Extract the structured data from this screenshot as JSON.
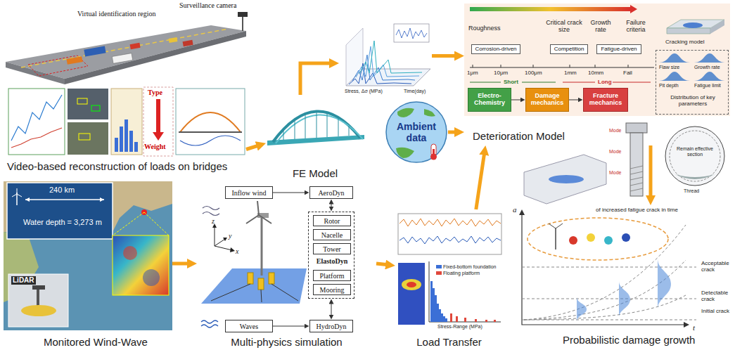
{
  "diagram": {
    "nodes": [
      {
        "text": [
          "Video-based reconstruction of loads on bridges"
        ]
      },
      {
        "text": [
          "FE Model"
        ]
      },
      {
        "text": [
          "Stress, Δσ (MPa)",
          "Time(day)"
        ]
      },
      {
        "text": [
          "Ambient data"
        ]
      },
      {
        "text": [
          "Deterioration Model"
        ]
      },
      {
        "text": [
          "Corrosion-driven"
        ],
        "in": 4
      },
      {
        "text": [
          "Competition"
        ],
        "in": 4
      },
      {
        "text": [
          "Fatigue-driven"
        ],
        "in": 4
      },
      {
        "text": [
          "Electro-Chemistry"
        ],
        "in": 4
      },
      {
        "text": [
          "Damage mechanics"
        ],
        "in": 4
      },
      {
        "text": [
          "Fracture mechanics"
        ],
        "in": 4
      },
      {
        "text": [
          "Distribution of key parameters"
        ],
        "in": 4
      },
      {
        "text": [
          "Monitored Wind-Wave"
        ]
      },
      {
        "text": [
          "Multi-physics simulation"
        ]
      },
      {
        "text": [
          "Inflow wind"
        ],
        "in": 13
      },
      {
        "text": [
          "AeroDyn"
        ],
        "in": 13
      },
      {
        "text": [
          "ElastoDyn"
        ],
        "in": 13
      },
      {
        "text": [
          "Rotor"
        ],
        "in": 16
      },
      {
        "text": [
          "Nacelle"
        ],
        "in": 16
      },
      {
        "text": [
          "Tower"
        ],
        "in": 16
      },
      {
        "text": [
          "Platform"
        ],
        "in": 16
      },
      {
        "text": [
          "Mooring"
        ],
        "in": 16
      },
      {
        "text": [
          "Waves"
        ],
        "in": 13
      },
      {
        "text": [
          "HydroDyn"
        ],
        "in": 13
      },
      {
        "text": [
          "Load Transfer"
        ]
      },
      {
        "text": [
          "Probabilistic damage growth"
        ]
      }
    ],
    "edges": [
      {
        "from": 0,
        "to": 1,
        "arrow": "to"
      },
      {
        "from": 1,
        "to": 2,
        "arrow": "to"
      },
      {
        "from": 2,
        "to": 4,
        "arrow": "to"
      },
      {
        "from": 3,
        "to": 4,
        "arrow": "to"
      },
      {
        "from": 4,
        "to": 25,
        "arrow": "to"
      },
      {
        "from": 12,
        "to": 13,
        "arrow": "to"
      },
      {
        "from": 13,
        "to": 24,
        "arrow": "to"
      },
      {
        "from": 24,
        "to": 4,
        "arrow": "to"
      },
      {
        "from": 8,
        "to": 9,
        "arrow": "to"
      },
      {
        "from": 9,
        "to": 10,
        "arrow": "to"
      },
      {
        "from": 14,
        "to": 15,
        "arrow": "to"
      },
      {
        "from": 22,
        "to": 23,
        "arrow": "to"
      },
      {
        "from": 15,
        "to": 16,
        "arrow": "both"
      },
      {
        "from": 23,
        "to": 16,
        "arrow": "both"
      }
    ],
    "labels": [
      "Virtual identification region",
      "Surveillance camera",
      "Type",
      "Weight",
      "Roughness",
      "Critical crack size",
      "Growth rate",
      "Failure criteria",
      "1μm",
      "10μm",
      "100μm",
      "1mm",
      "10mm",
      "Fail",
      "Short",
      "Long",
      "Cracking model",
      "Flaw size",
      "Growth rate",
      "Pit depth",
      "Fatigue limit",
      "240 km",
      "Water depth = 3,273 m",
      "LiDAR",
      "z",
      "y",
      "x",
      "Stress-Range (MPa)",
      "Mode",
      "Mode",
      "Mode",
      "Remain effective section",
      "Thread",
      "of increased fatigue crack in time",
      "Acceptable crack",
      "Detectable crack",
      "Initial crack",
      "a",
      "t"
    ],
    "legend": [
      {
        "text": "Fixed-bottom foundation",
        "color": "#3b6fd6"
      },
      {
        "text": "Floating platform",
        "color": "#e0483c"
      }
    ]
  }
}
